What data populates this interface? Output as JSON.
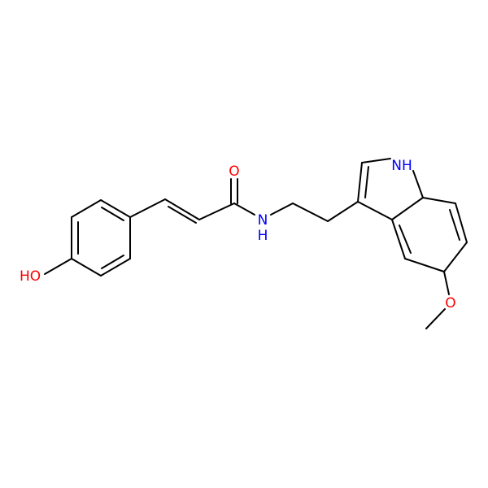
{
  "molecule": {
    "atom_labels": {
      "hydroxyl": "HO",
      "carbonyl_oxygen": "O",
      "amide_nitrogen": "N",
      "amide_hydrogen": "H",
      "indole_nh": "NH",
      "methoxy_oxygen": "O"
    },
    "colors": {
      "bond": "#000000",
      "oxygen": "#ff0000",
      "nitrogen": "#0000ff"
    }
  }
}
